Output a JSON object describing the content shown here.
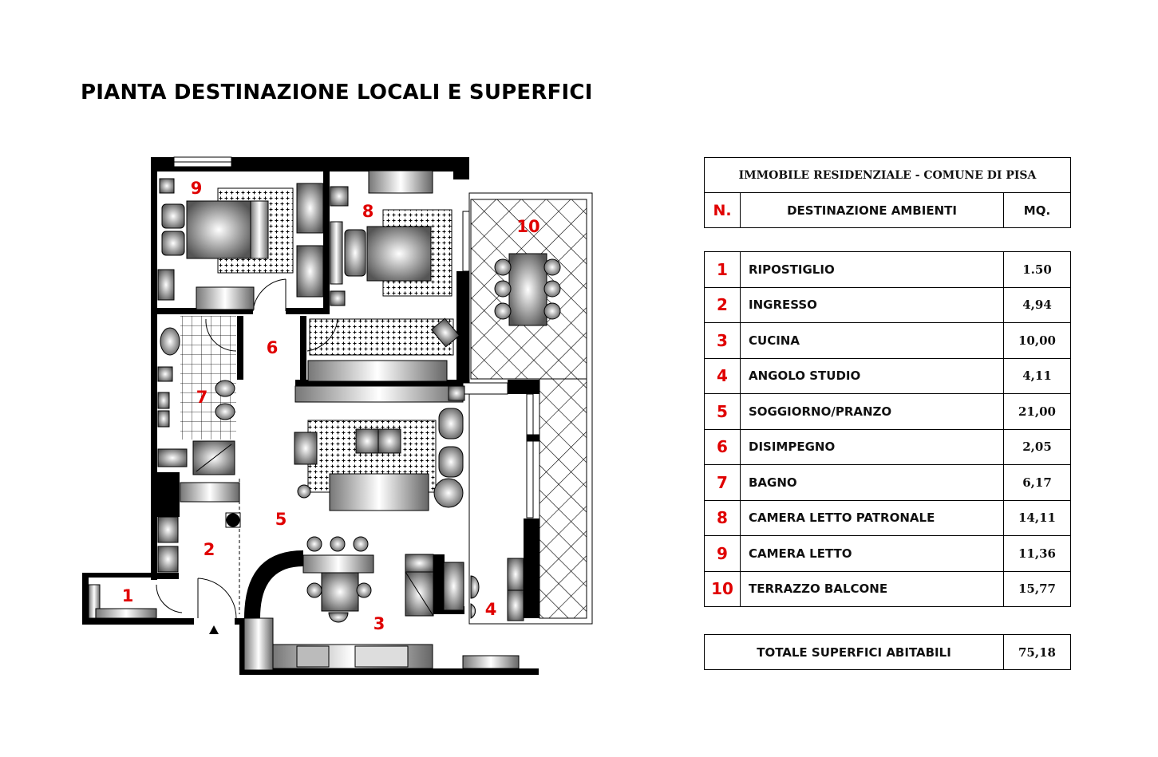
{
  "page_title": "PIANTA DESTINAZIONE LOCALI E SUPERFICI",
  "table": {
    "caption": "IMMOBILE RESIDENZIALE - COMUNE DI PISA",
    "columns": {
      "number": "N.",
      "destination": "DESTINAZIONE AMBIENTI",
      "area": "MQ."
    },
    "rows": [
      {
        "n": "1",
        "name": "RIPOSTIGLIO",
        "mq": "1.50"
      },
      {
        "n": "2",
        "name": "INGRESSO",
        "mq": "4,94"
      },
      {
        "n": "3",
        "name": "CUCINA",
        "mq": "10,00"
      },
      {
        "n": "4",
        "name": "ANGOLO STUDIO",
        "mq": "4,11"
      },
      {
        "n": "5",
        "name": "SOGGIORNO/PRANZO",
        "mq": "21,00"
      },
      {
        "n": "6",
        "name": "DISIMPEGNO",
        "mq": "2,05"
      },
      {
        "n": "7",
        "name": "BAGNO",
        "mq": "6,17"
      },
      {
        "n": "8",
        "name": "CAMERA LETTO PATRONALE",
        "mq": "14,11"
      },
      {
        "n": "9",
        "name": "CAMERA LETTO",
        "mq": "11,36"
      },
      {
        "n": "10",
        "name": "TERRAZZO BALCONE",
        "mq": "15,77"
      }
    ],
    "total": {
      "label": "TOTALE SUPERFICI ABITABILI",
      "mq": "75,18"
    }
  },
  "plan": {
    "room_labels": [
      "1",
      "2",
      "3",
      "4",
      "5",
      "6",
      "7",
      "8",
      "9",
      "10"
    ],
    "entrance_marker": "entrance-arrow-icon",
    "accent_color": "#e00000"
  }
}
